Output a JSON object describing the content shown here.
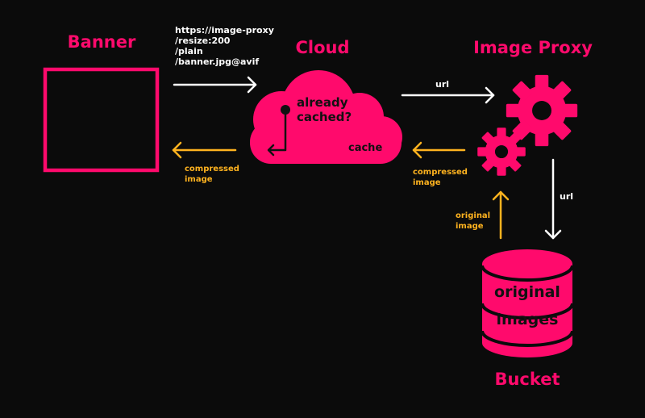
{
  "colors": {
    "background": "#0b0b0b",
    "accent": "#ff0a6c",
    "arrow_white": "#ffffff",
    "arrow_yellow": "#ffb31f",
    "dark_text": "#111111"
  },
  "nodes": {
    "banner": {
      "title": "Banner"
    },
    "cloud": {
      "title": "Cloud",
      "question_line1": "already",
      "question_line2": "cached?",
      "cache_label": "cache"
    },
    "image_proxy": {
      "title": "Image Proxy",
      "icon": "gears-icon"
    },
    "bucket": {
      "title": "Bucket",
      "icon": "database-icon",
      "line1": "original",
      "line2": "images"
    }
  },
  "edges": {
    "request_url": {
      "line1": "https://image-proxy",
      "line2": "/resize:200",
      "line3": "/plain",
      "line4": "/banner.jpg@avif"
    },
    "cloud_to_proxy": {
      "label": "url"
    },
    "proxy_to_cloud": {
      "line1": "compressed",
      "line2": "image"
    },
    "cloud_to_banner": {
      "line1": "compressed",
      "line2": "image"
    },
    "proxy_to_bucket": {
      "label": "url"
    },
    "bucket_to_proxy": {
      "line1": "original",
      "line2": "image"
    }
  }
}
